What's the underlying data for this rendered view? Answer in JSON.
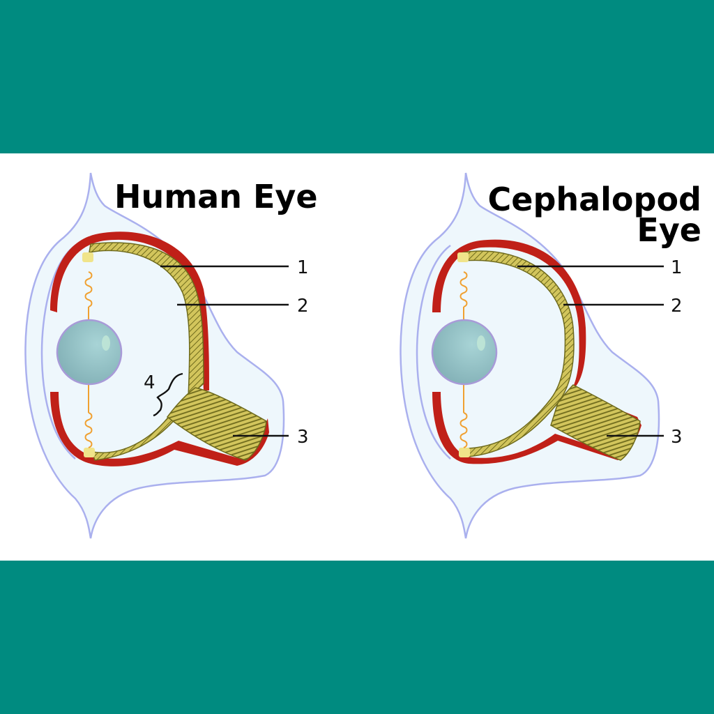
{
  "colors": {
    "band": "#008b80",
    "panel": "#ffffff",
    "outer_skin": "#eef7fc",
    "outer_outline": "#aab0ee",
    "sclera": "#c02018",
    "retina": "#c9bd54",
    "retina_dark": "#6e6a1c",
    "retina_light": "#f0e48a",
    "lens": "#8bb8bc",
    "lens_outline": "#a89ad8",
    "ligament": "#f0a030"
  },
  "human": {
    "title": "Human Eye",
    "labels": [
      "1",
      "2",
      "3",
      "4"
    ]
  },
  "cephalopod": {
    "title_line1": "Cephalopod",
    "title_line2": "Eye",
    "labels": [
      "1",
      "2",
      "3"
    ]
  }
}
